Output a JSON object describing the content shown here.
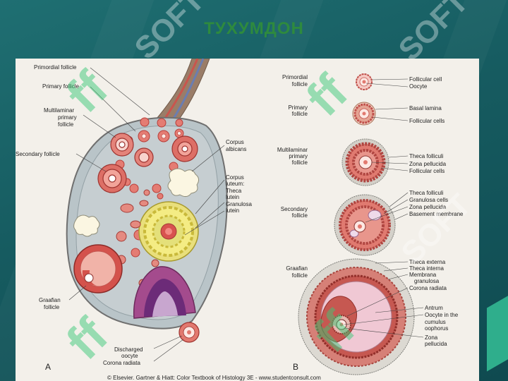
{
  "slide": {
    "title": "ТУХУМДОН"
  },
  "watermark": {
    "text": "SOFT",
    "logo": "ff"
  },
  "panel_a": {
    "letter": "A",
    "labels": {
      "primordial": "Primordial follicle",
      "primary": "Primary follicle",
      "multi1": "Multilaminar",
      "multi2": "primary",
      "multi3": "follicle",
      "secondary": "Secondary follicle",
      "albicans1": "Corpus",
      "albicans2": "albicans",
      "luteum1": "Corpus",
      "luteum2": "luteum:",
      "theca1": "Theca",
      "theca2": "lutein",
      "gran1": "Granulosa",
      "gran2": "lutein",
      "graafian1": "Graafian",
      "graafian2": "follicle",
      "discharged1": "Discharged",
      "discharged2": "oocyte",
      "corona": "Corona radiata"
    }
  },
  "panel_b": {
    "letter": "B",
    "left_labels": {
      "primordial1": "Primordial",
      "primordial2": "follicle",
      "primary1": "Primary",
      "primary2": "follicle",
      "multi1": "Multilaminar",
      "multi2": "primary",
      "multi3": "follicle",
      "secondary1": "Secondary",
      "secondary2": "follicle",
      "graafian1": "Graafian",
      "graafian2": "follicle"
    },
    "right_labels": {
      "follicular_cell": "Follicular cell",
      "oocyte": "Oocyte",
      "basal_lamina": "Basal lamina",
      "follicular_cells_1": "Follicular cells",
      "theca_folliculi_1": "Theca folliculi",
      "zona_pellucida_1": "Zona pellucida",
      "follicular_cells_2": "Follicular cells",
      "theca_folliculi_2": "Theca folliculi",
      "granulosa_cells": "Granulosa cells",
      "zona_pellucida_2": "Zona pellucida",
      "basement_membrane": "Basement membrane",
      "theca_externa": "Theca externa",
      "theca_interna": "Theca interna",
      "membrana1": "Membrana",
      "membrana2": "granulosa",
      "corona_radiata": "Corona radiata",
      "antrum": "Antrum",
      "oocyte_cum1": "Oocyte in the",
      "oocyte_cum2": "cumulus",
      "oocyte_cum3": "oophorus",
      "zona3a": "Zona",
      "zona3b": "pellucida"
    }
  },
  "copyright": "© Elsevier. Gartner & Hiatt: Color Textbook of Histology 3E - www.studentconsult.com",
  "colors": {
    "background": "#165b60",
    "title": "#2e8a3e",
    "panel": "#f3f0ea",
    "follicle": "#d9534f",
    "luteum": "#e8d84a"
  }
}
